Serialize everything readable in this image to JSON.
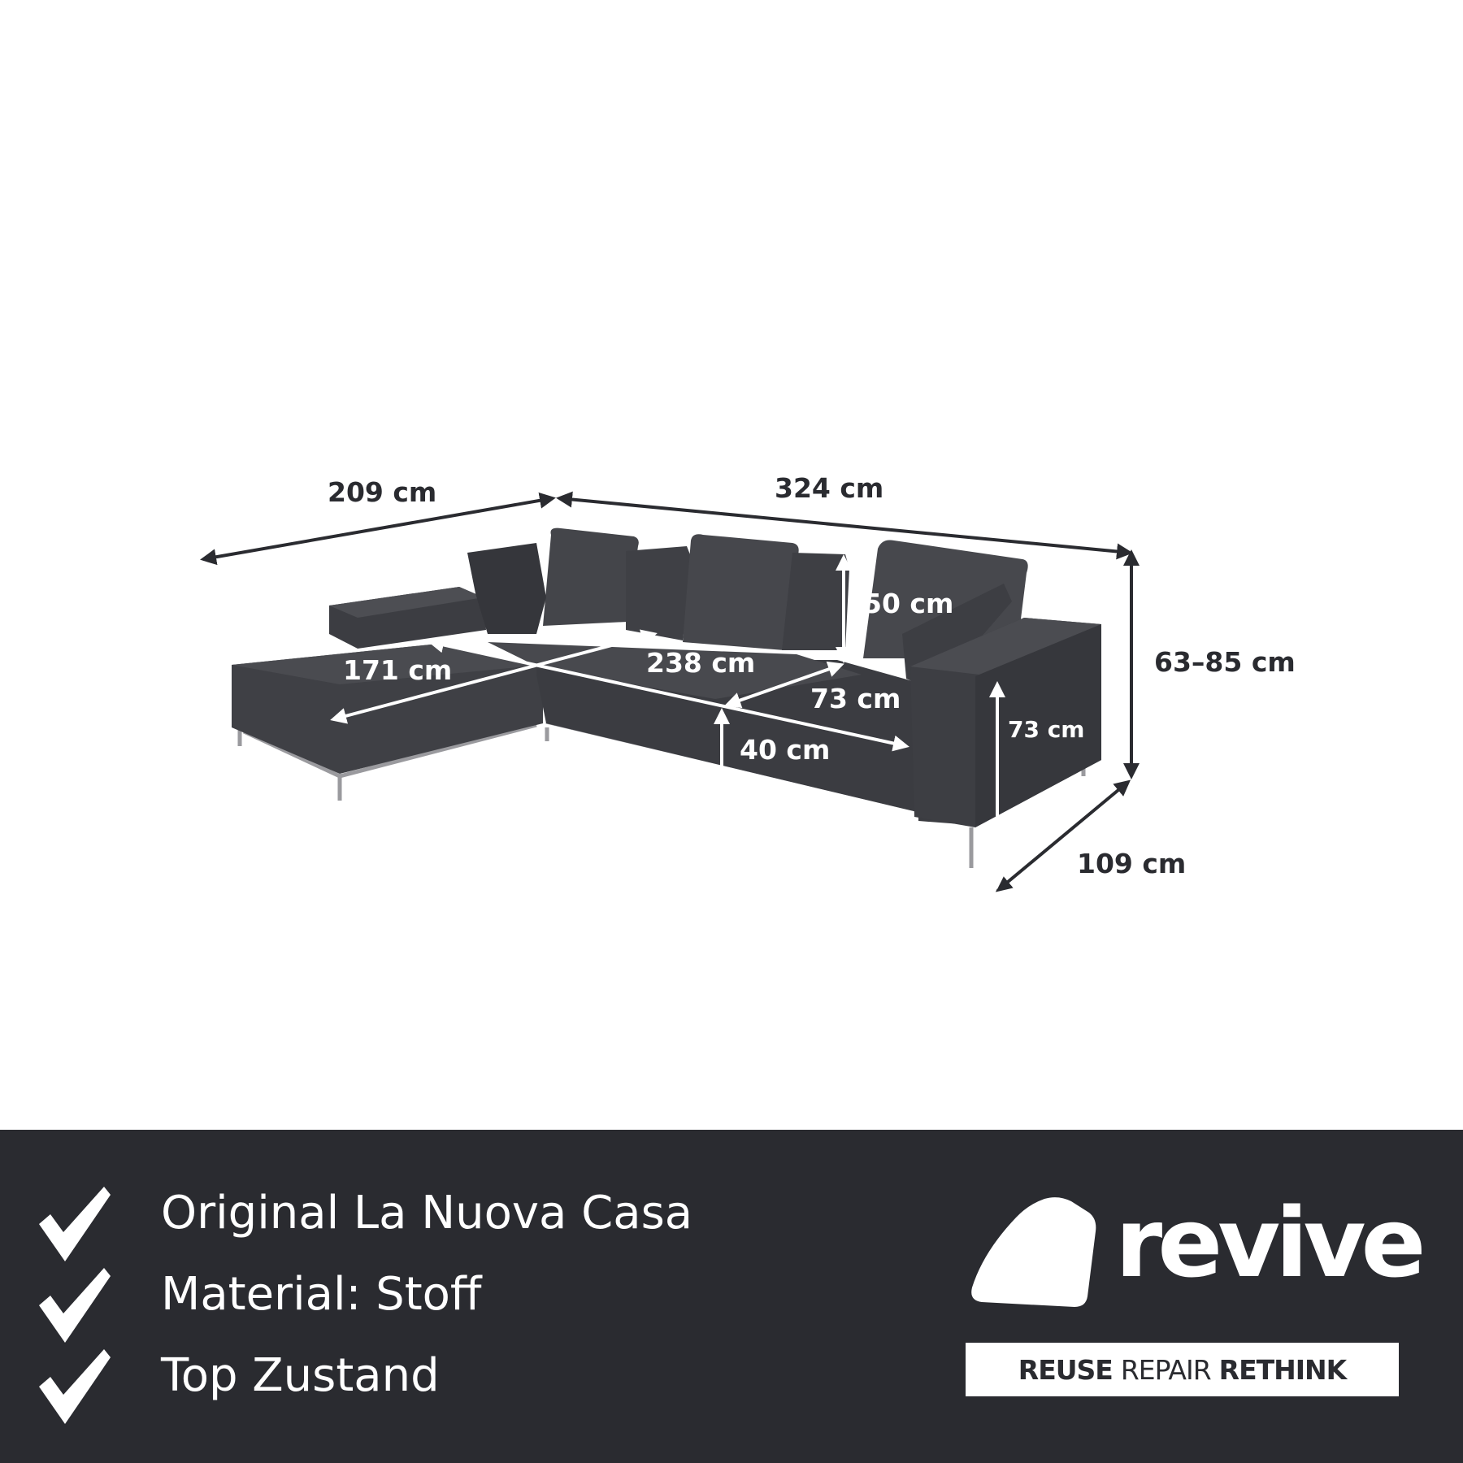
{
  "dimensions": {
    "width_left": "209 cm",
    "width_main": "324 cm",
    "height_total": "63–85 cm",
    "backrest_height": "50 cm",
    "chaise_depth": "171 cm",
    "seat_width": "238 cm",
    "seat_depth": "73 cm",
    "armrest_height": "73 cm",
    "seat_height": "40 cm",
    "depth_total": "109 cm"
  },
  "features": [
    {
      "label": "Original La Nuova Casa"
    },
    {
      "label": "Material: Stoff"
    },
    {
      "label": "Top Zustand"
    }
  ],
  "brand": {
    "name": "revive",
    "tagline": {
      "word1": "REUSE",
      "word2": "REPAIR",
      "word3": "RETHINK"
    }
  },
  "colors": {
    "footer_bg": "#2a2b30",
    "sofa_fabric": "#45464b",
    "text_light": "#ffffff"
  },
  "icons": [
    "checkmark-icon",
    "revive-logo-mark"
  ]
}
